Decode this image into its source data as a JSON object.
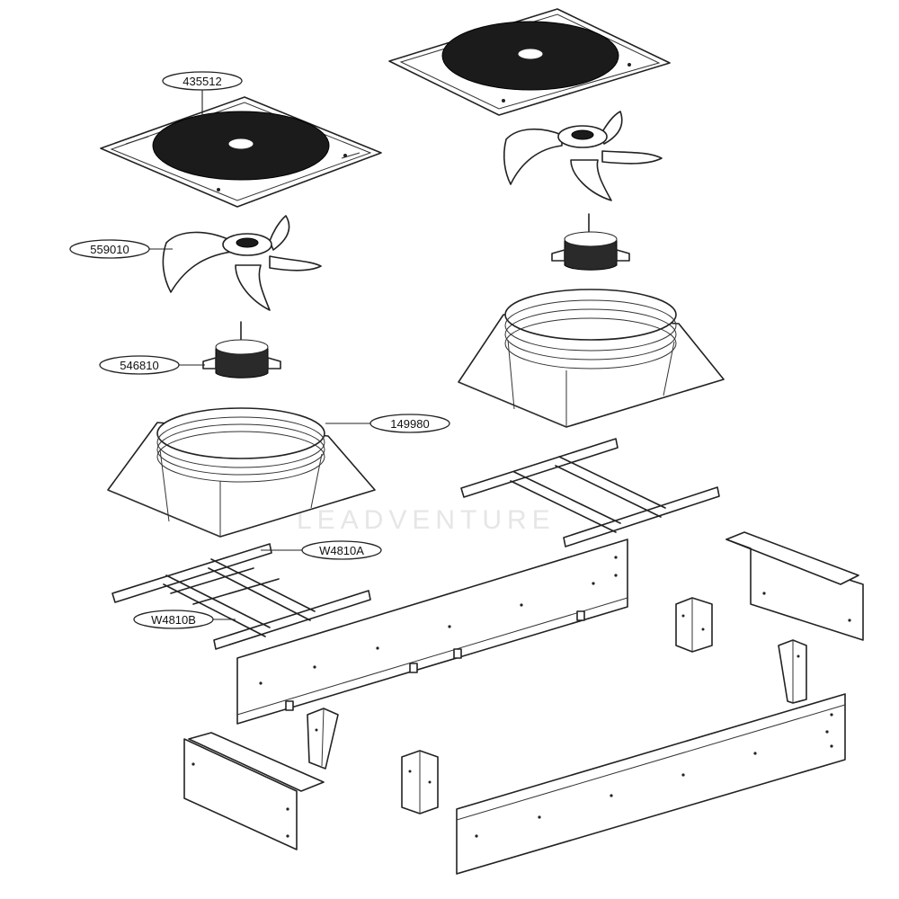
{
  "diagram": {
    "watermark": "LEADVENTURE",
    "callouts": [
      {
        "id": "fan-grille",
        "label": "435512"
      },
      {
        "id": "fan-blade",
        "label": "559010"
      },
      {
        "id": "fan-motor",
        "label": "546810"
      },
      {
        "id": "fan-shroud",
        "label": "149980"
      },
      {
        "id": "motor-bracket-a",
        "label": "W4810A"
      },
      {
        "id": "motor-bracket-b",
        "label": "W4810B"
      }
    ]
  }
}
